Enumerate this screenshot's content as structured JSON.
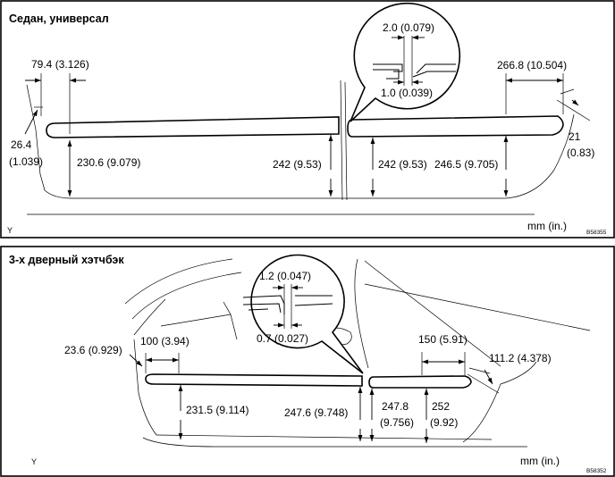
{
  "panels": [
    {
      "title": "Седан, универсал",
      "dims": {
        "d1": "79.4 (3.126)",
        "d2": "26.4",
        "d2b": "(1.039)",
        "d3": "230.6 (9.079)",
        "d4": "242 (9.53)",
        "d5": "242 (9.53)",
        "d6": "246.5 (9.705)",
        "d7": "266.8 (10.504)",
        "d8": "21",
        "d8b": "(0.83)",
        "gap_top": "2.0 (0.079)",
        "gap_bottom": "1.0 (0.039)"
      },
      "units": "mm (in.)",
      "corner_letter": "Y",
      "code": "B58355"
    },
    {
      "title": "3-х дверный хэтчбэк",
      "dims": {
        "d1": "23.6 (0.929)",
        "d2": "100 (3.94)",
        "d3": "231.5 (9.114)",
        "d4": "247.6 (9.748)",
        "d5": "247.8",
        "d5b": "(9.756)",
        "d6": "252",
        "d6b": "(9.92)",
        "d7": "150 (5.91)",
        "d8": "111.2 (4.378)",
        "gap_top": "1.2 (0.047)",
        "gap_bottom": "0.7 (0.027)"
      },
      "units": "mm (in.)",
      "corner_letter": "Y",
      "code": "B58352"
    }
  ]
}
